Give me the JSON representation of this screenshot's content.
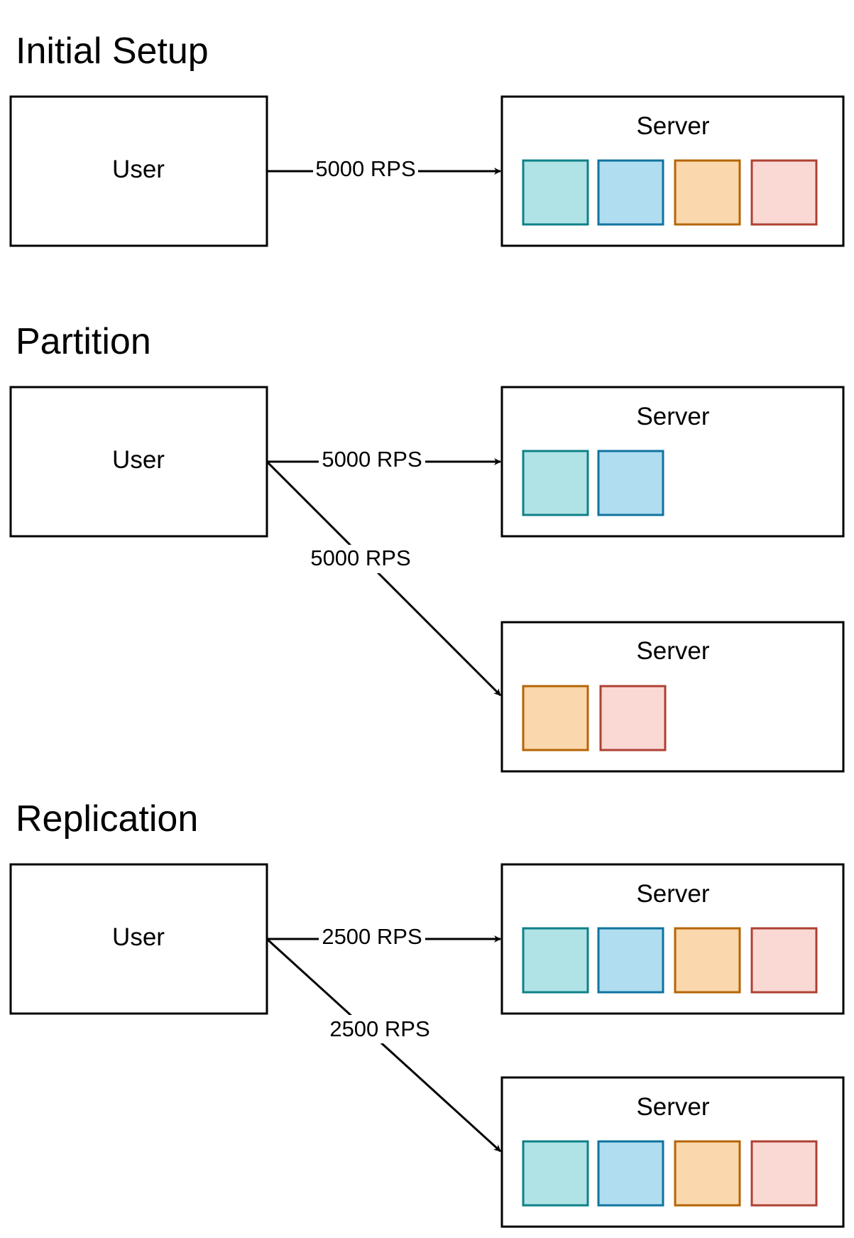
{
  "sections": [
    {
      "title": "Initial Setup",
      "user_label": "User",
      "servers": [
        {
          "label": "Server",
          "blocks": [
            "teal",
            "blue",
            "orange",
            "red"
          ]
        }
      ],
      "edges": [
        {
          "label": "5000 RPS"
        }
      ]
    },
    {
      "title": "Partition",
      "user_label": "User",
      "servers": [
        {
          "label": "Server",
          "blocks": [
            "teal",
            "blue"
          ]
        },
        {
          "label": "Server",
          "blocks": [
            "orange",
            "red"
          ]
        }
      ],
      "edges": [
        {
          "label": "5000 RPS"
        },
        {
          "label": "5000 RPS"
        }
      ]
    },
    {
      "title": "Replication",
      "user_label": "User",
      "servers": [
        {
          "label": "Server",
          "blocks": [
            "teal",
            "blue",
            "orange",
            "red"
          ]
        },
        {
          "label": "Server",
          "blocks": [
            "teal",
            "blue",
            "orange",
            "red"
          ]
        }
      ],
      "edges": [
        {
          "label": "2500 RPS"
        },
        {
          "label": "2500 RPS"
        }
      ]
    }
  ],
  "colors": {
    "teal": {
      "fill": "#b0e3e6",
      "stroke": "#0e8088"
    },
    "blue": {
      "fill": "#b1ddf0",
      "stroke": "#10739e"
    },
    "orange": {
      "fill": "#fad7ac",
      "stroke": "#b46504"
    },
    "red": {
      "fill": "#fad9d5",
      "stroke": "#ae4132"
    },
    "line": "#000000"
  }
}
